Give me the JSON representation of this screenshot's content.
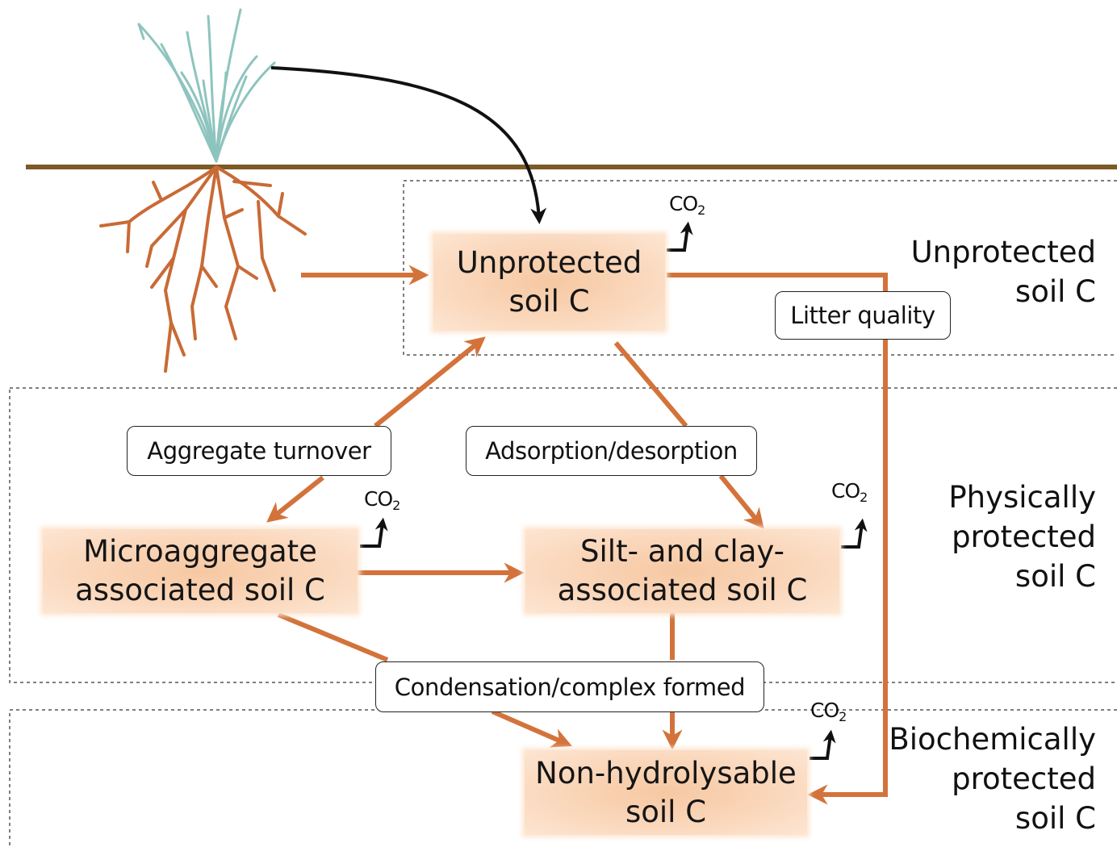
{
  "pools": {
    "unprotected": [
      "Unprotected",
      "soil C"
    ],
    "micro": [
      "Microaggregate",
      "associated soil C"
    ],
    "silt": [
      "Silt- and clay-",
      "associated soil C"
    ],
    "nonhydro": [
      "Non-hydrolysable",
      "soil C"
    ]
  },
  "processes": {
    "litter": "Litter quality",
    "aggregate": "Aggregate turnover",
    "adsorption": "Adsorption/desorption",
    "condensation": "Condensation/complex formed"
  },
  "zones": {
    "unprotected": [
      "Unprotected",
      "soil C"
    ],
    "physical": [
      "Physically",
      "protected",
      "soil C"
    ],
    "biochemical": [
      "Biochemically",
      "protected",
      "soil C"
    ]
  },
  "co2": {
    "main": "CO",
    "sub": "2"
  },
  "colors": {
    "arrow": "#d3733b",
    "root": "#c96a35",
    "grass": "#8ec4be",
    "ground": "#7d5a25",
    "box": "#f8cfae"
  }
}
